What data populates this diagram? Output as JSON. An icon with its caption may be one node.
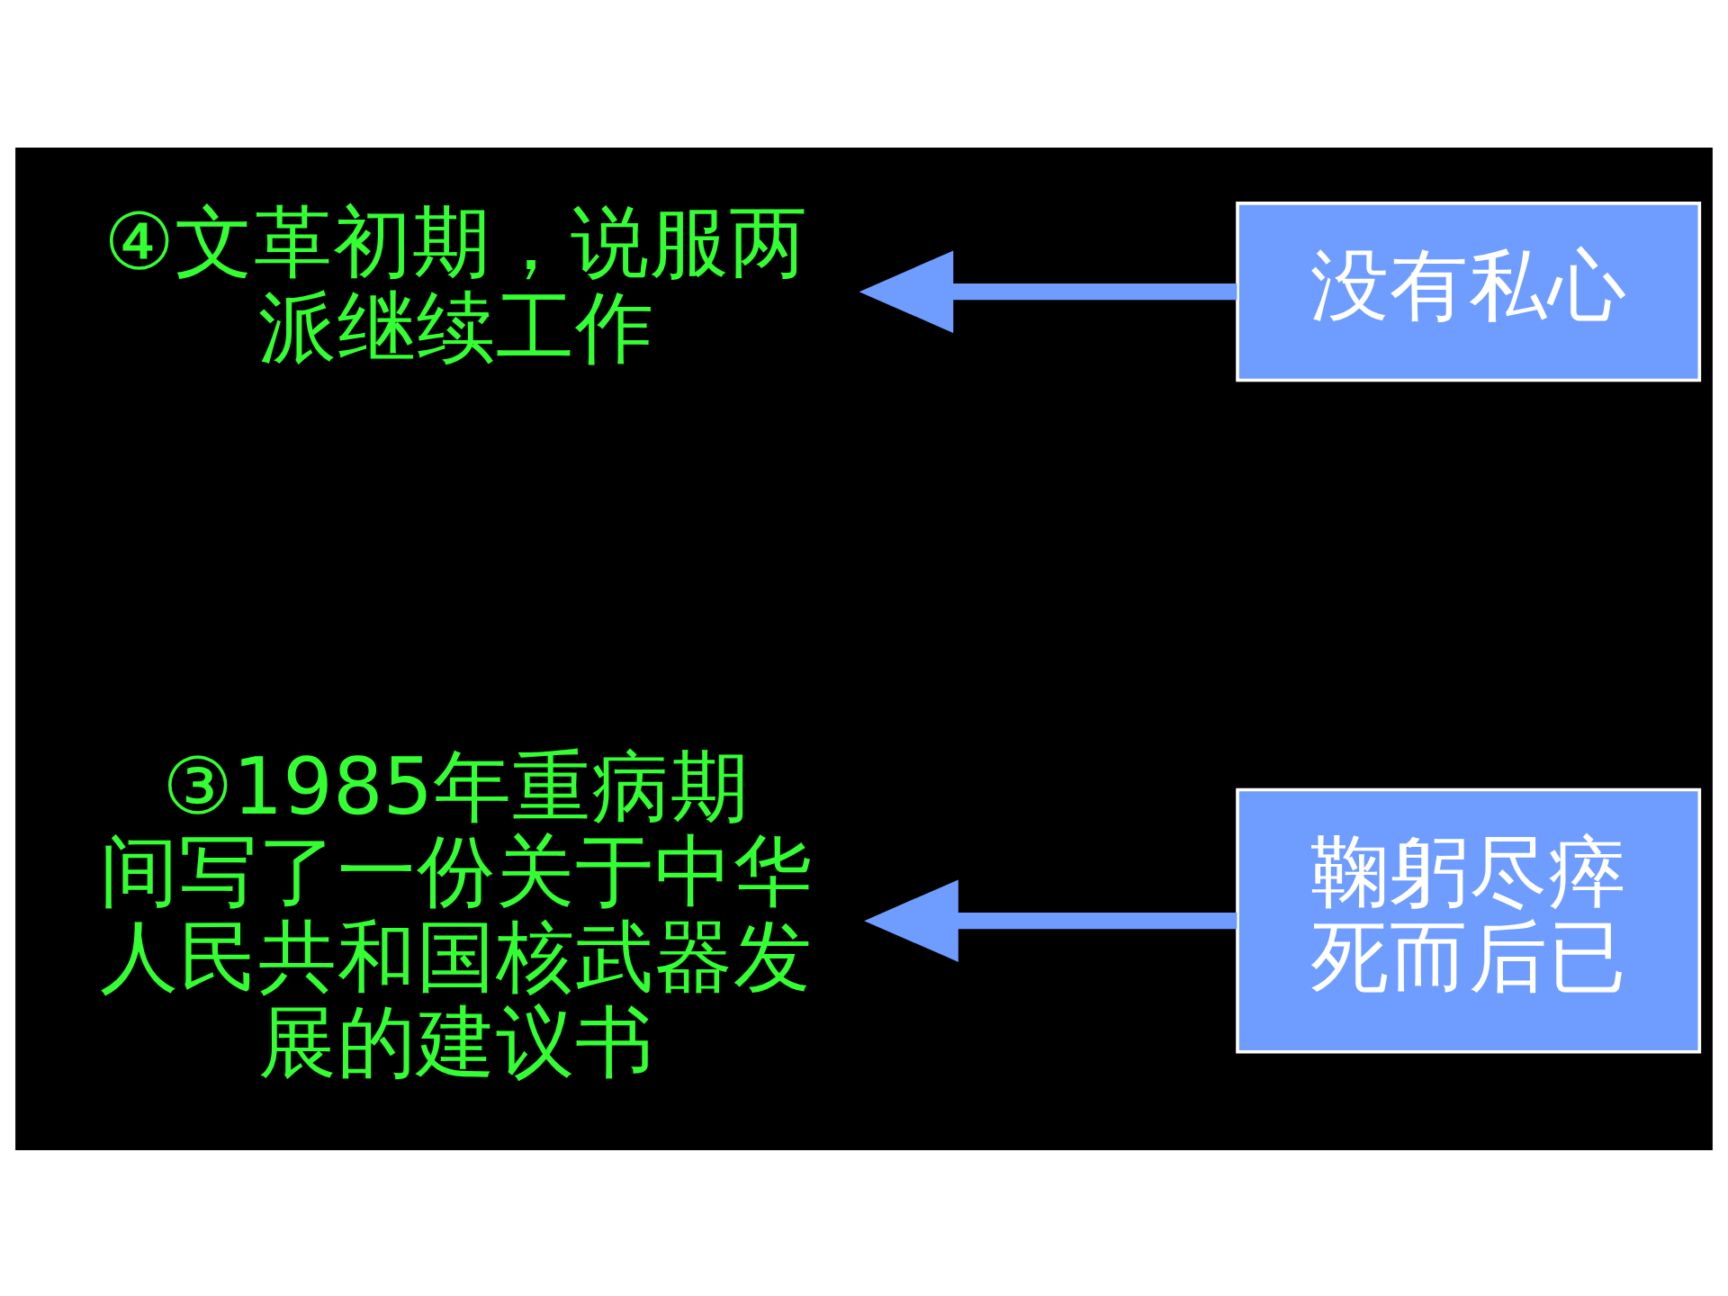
{
  "diagram": {
    "nodes": [
      {
        "text": [
          "③1985年重病期间写了一份关于中华人民共和国核武器发展的建议书"
        ]
      },
      {
        "text": [
          "鞠躬尽瘁死而后已"
        ]
      },
      {
        "text": [
          "④文革初期，说服两派继续工作"
        ]
      },
      {
        "text": [
          "没有私心"
        ]
      }
    ],
    "edges": [
      {
        "from": 1,
        "to": 0,
        "arrow": "to"
      },
      {
        "from": 3,
        "to": 2,
        "arrow": "to"
      }
    ]
  }
}
